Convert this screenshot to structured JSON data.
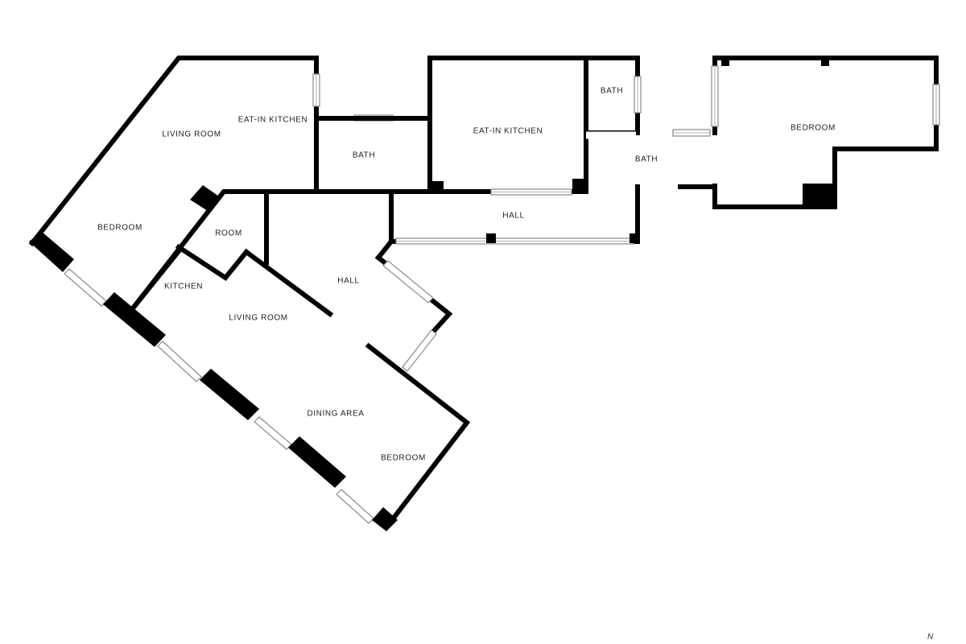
{
  "rooms": {
    "living_room_1": "LIVING ROOM",
    "eat_in_kitchen_1": "EAT-IN KITCHEN",
    "bath_1": "BATH",
    "eat_in_kitchen_2": "EAT-IN KITCHEN",
    "bath_2": "BATH",
    "bath_3": "BATH",
    "bedroom_1": "BEDROOM",
    "hall_1": "HALL",
    "bedroom_2": "BEDROOM",
    "room": "ROOM",
    "kitchen": "KITCHEN",
    "hall_2": "HALL",
    "living_room_2": "LIVING ROOM",
    "dining_area": "DINING AREA",
    "bedroom_3": "BEDROOM"
  },
  "compass": {
    "north": "N"
  }
}
